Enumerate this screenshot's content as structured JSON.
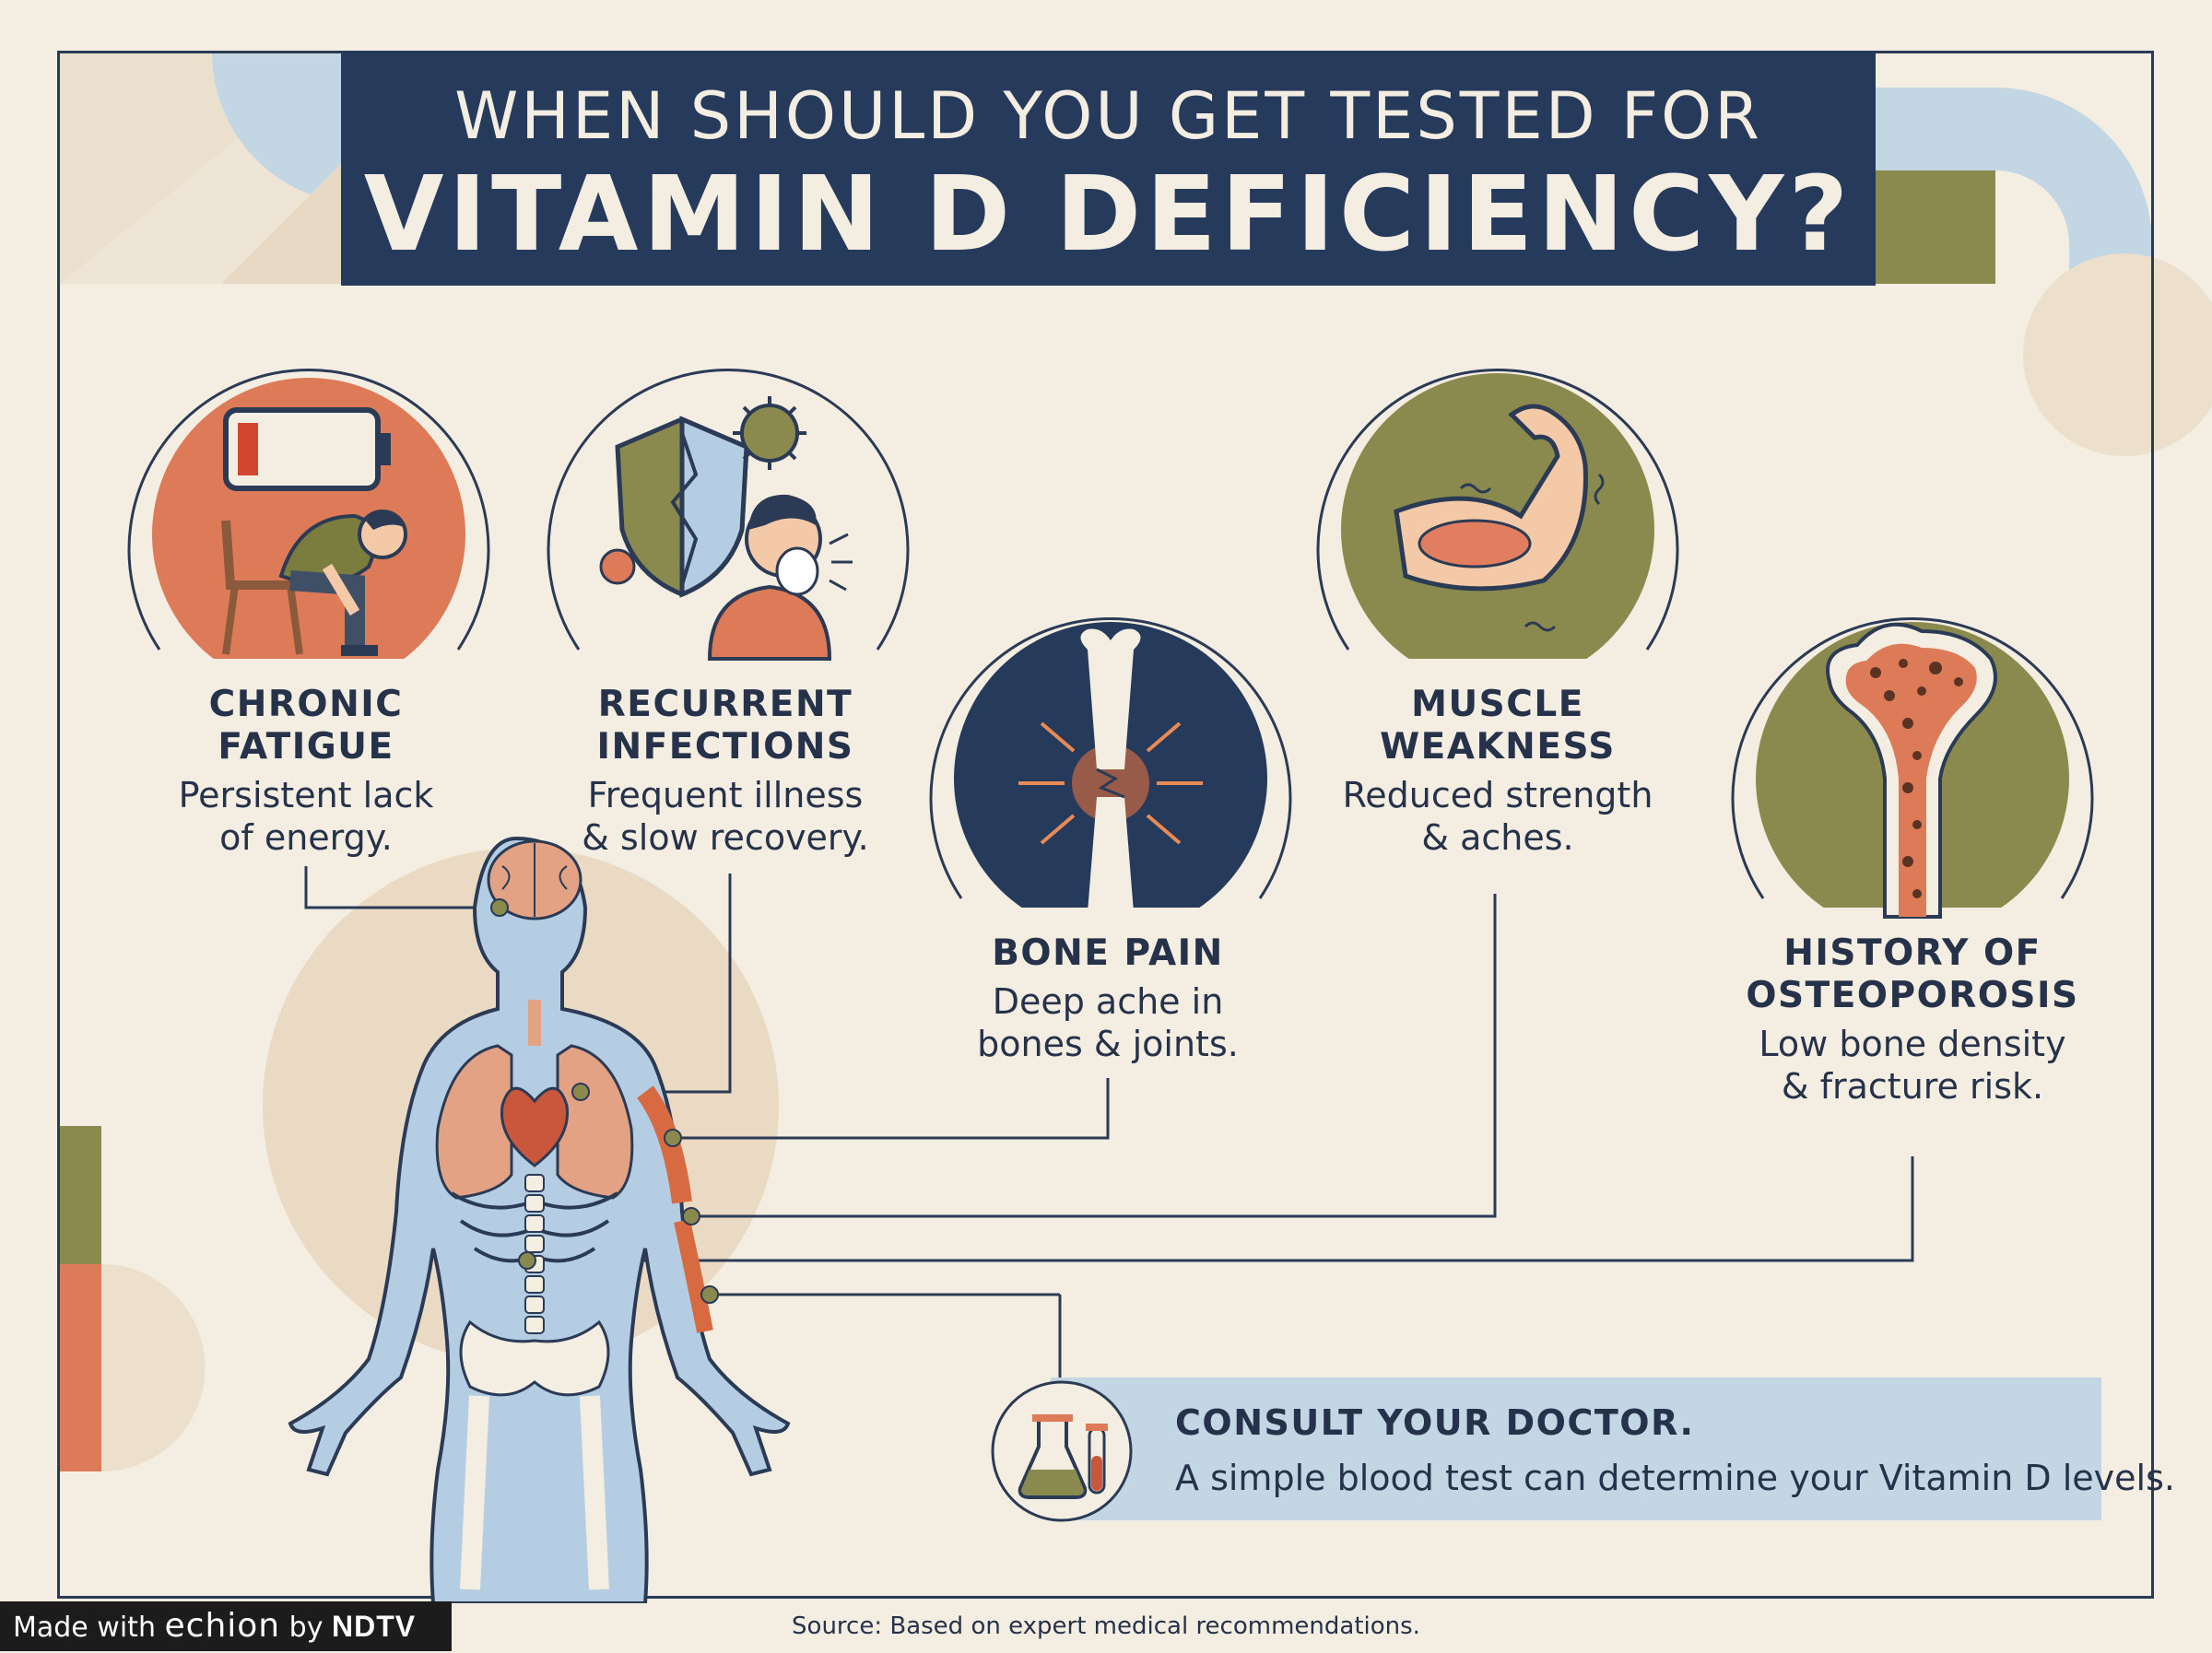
{
  "title": {
    "line1": "WHEN SHOULD YOU GET TESTED FOR",
    "line2": "VITAMIN D DEFICIENCY?"
  },
  "symptoms": [
    {
      "heading_line1": "CHRONIC",
      "heading_line2": "FATIGUE",
      "desc_line1": "Persistent lack",
      "desc_line2": "of energy.",
      "icon": "tired-person-icon"
    },
    {
      "heading_line1": "RECURRENT",
      "heading_line2": "INFECTIONS",
      "desc_line1": "Frequent illness",
      "desc_line2": "& slow recovery.",
      "icon": "sneezing-person-icon"
    },
    {
      "heading_line1": "BONE PAIN",
      "heading_line2": "",
      "desc_line1": "Deep ache in",
      "desc_line2": "bones & joints.",
      "icon": "fractured-bone-icon"
    },
    {
      "heading_line1": "MUSCLE",
      "heading_line2": "WEAKNESS",
      "desc_line1": "Reduced strength",
      "desc_line2": "& aches.",
      "icon": "flexed-arm-icon"
    },
    {
      "heading_line1": "HISTORY OF",
      "heading_line2": "OSTEOPOROSIS",
      "desc_line1": "Low bone density",
      "desc_line2": "& fracture risk.",
      "icon": "porous-bone-icon"
    }
  ],
  "callout": {
    "title": "CONSULT YOUR DOCTOR.",
    "body": "A simple blood test can determine your Vitamin D levels.",
    "icon": "lab-flask-icon"
  },
  "source": "Source: Based on expert medical recommendations.",
  "branding": {
    "made_with": "Made with",
    "echion": "echion",
    "by": "by",
    "ndtv": "NDTV"
  },
  "colors": {
    "navy": "#263a5b",
    "cream": "#f4ede1",
    "orange": "#dd7a57",
    "olive": "#8b8a4e",
    "light_blue": "#c2d6e4",
    "body_blue": "#b5cde3"
  }
}
